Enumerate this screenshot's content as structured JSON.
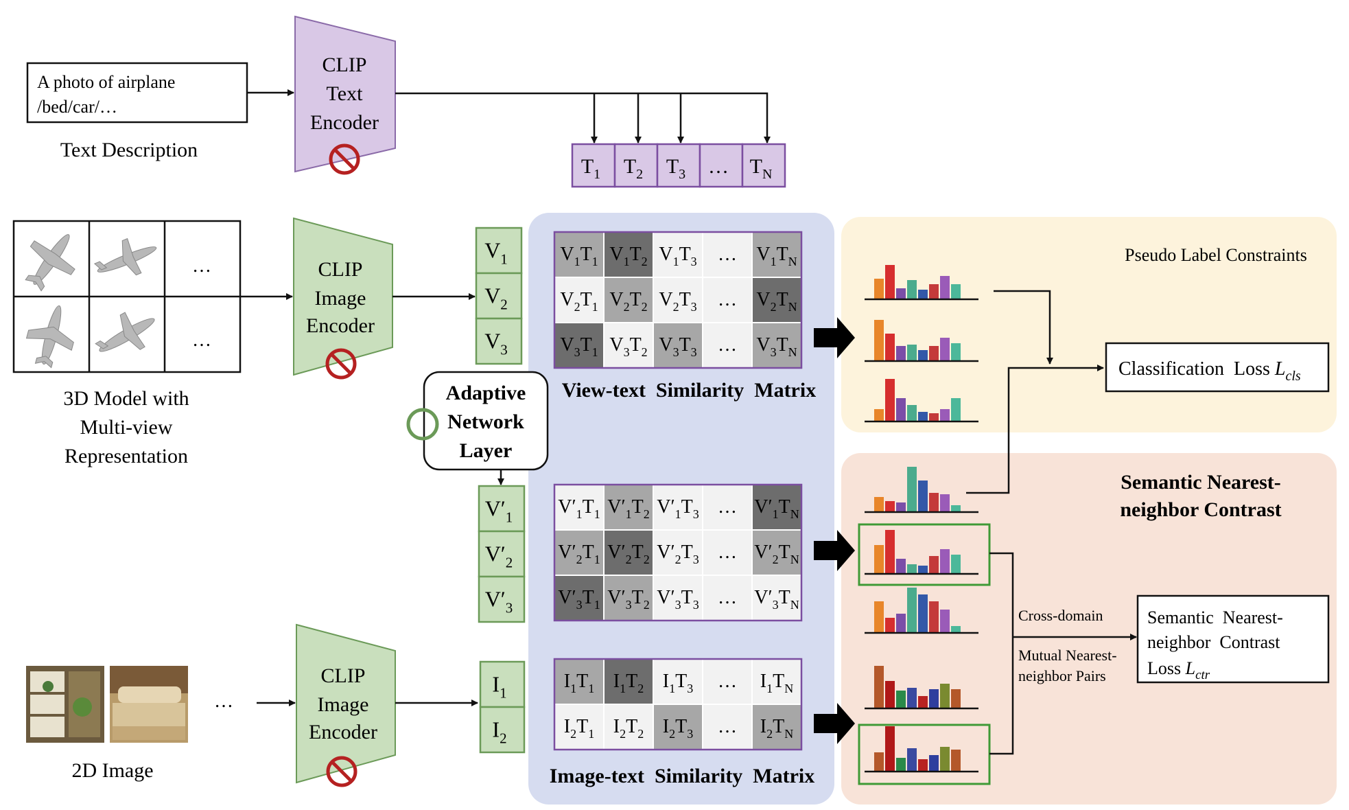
{
  "text_description": {
    "box_line1": "A photo of airplane",
    "box_line2": "/bed/car/…",
    "caption": "Text Description"
  },
  "text_encoder": {
    "line1": "CLIP",
    "line2": "Text",
    "line3": "Encoder"
  },
  "image_encoder_3d": {
    "line1": "CLIP",
    "line2": "Image",
    "line3": "Encoder"
  },
  "image_encoder_2d": {
    "line1": "CLIP",
    "line2": "Image",
    "line3": "Encoder"
  },
  "text_tokens": [
    {
      "base": "T",
      "sub": "1"
    },
    {
      "base": "T",
      "sub": "2"
    },
    {
      "base": "T",
      "sub": "3"
    },
    {
      "base": "…",
      "sub": ""
    },
    {
      "base": "T",
      "sub": "N"
    }
  ],
  "multiview": {
    "ellipsis": "…",
    "caption_line1": "3D Model with",
    "caption_line2": "Multi-view",
    "caption_line3": "Representation"
  },
  "image2d": {
    "ellipsis": "…",
    "caption": "2D Image"
  },
  "view_features": [
    {
      "base": "V",
      "sub": "1"
    },
    {
      "base": "V",
      "sub": "2"
    },
    {
      "base": "V",
      "sub": "3"
    }
  ],
  "adapted_view_features": [
    {
      "base": "V′",
      "sub": "1"
    },
    {
      "base": "V′",
      "sub": "2"
    },
    {
      "base": "V′",
      "sub": "3"
    }
  ],
  "image_features": [
    {
      "base": "I",
      "sub": "1"
    },
    {
      "base": "I",
      "sub": "2"
    }
  ],
  "adaptive_layer": {
    "line1": "Adaptive",
    "line2": "Network",
    "line3": "Layer"
  },
  "view_text_matrix": {
    "title": "View-text  Similarity  Matrix",
    "rows": [
      [
        {
          "t": "V",
          "s": "1",
          "t2": "T",
          "s2": "1",
          "shade": "mid"
        },
        {
          "t": "V",
          "s": "1",
          "t2": "T",
          "s2": "2",
          "shade": "dark"
        },
        {
          "t": "V",
          "s": "1",
          "t2": "T",
          "s2": "3",
          "shade": "light"
        },
        {
          "t": "…",
          "s": "",
          "t2": "",
          "s2": "",
          "shade": "light"
        },
        {
          "t": "V",
          "s": "1",
          "t2": "T",
          "s2": "N",
          "shade": "midlight"
        }
      ],
      [
        {
          "t": "V",
          "s": "2",
          "t2": "T",
          "s2": "1",
          "shade": "light"
        },
        {
          "t": "V",
          "s": "2",
          "t2": "T",
          "s2": "2",
          "shade": "midlight"
        },
        {
          "t": "V",
          "s": "2",
          "t2": "T",
          "s2": "3",
          "shade": "light"
        },
        {
          "t": "…",
          "s": "",
          "t2": "",
          "s2": "",
          "shade": "light"
        },
        {
          "t": "V",
          "s": "2",
          "t2": "T",
          "s2": "N",
          "shade": "dark"
        }
      ],
      [
        {
          "t": "V",
          "s": "3",
          "t2": "T",
          "s2": "1",
          "shade": "dark"
        },
        {
          "t": "V",
          "s": "3",
          "t2": "T",
          "s2": "2",
          "shade": "light"
        },
        {
          "t": "V",
          "s": "3",
          "t2": "T",
          "s2": "3",
          "shade": "midlight"
        },
        {
          "t": "…",
          "s": "",
          "t2": "",
          "s2": "",
          "shade": "light"
        },
        {
          "t": "V",
          "s": "3",
          "t2": "T",
          "s2": "N",
          "shade": "midlight"
        }
      ]
    ]
  },
  "adapted_matrix": {
    "rows": [
      [
        {
          "t": "V′",
          "s": "1",
          "t2": "T",
          "s2": "1",
          "shade": "light"
        },
        {
          "t": "V′",
          "s": "1",
          "t2": "T",
          "s2": "2",
          "shade": "midlight"
        },
        {
          "t": "V′",
          "s": "1",
          "t2": "T",
          "s2": "3",
          "shade": "light"
        },
        {
          "t": "…",
          "s": "",
          "t2": "",
          "s2": "",
          "shade": "light"
        },
        {
          "t": "V′",
          "s": "1",
          "t2": "T",
          "s2": "N",
          "shade": "dark"
        }
      ],
      [
        {
          "t": "V′",
          "s": "2",
          "t2": "T",
          "s2": "1",
          "shade": "midlight"
        },
        {
          "t": "V′",
          "s": "2",
          "t2": "T",
          "s2": "2",
          "shade": "dark"
        },
        {
          "t": "V′",
          "s": "2",
          "t2": "T",
          "s2": "3",
          "shade": "light"
        },
        {
          "t": "…",
          "s": "",
          "t2": "",
          "s2": "",
          "shade": "light"
        },
        {
          "t": "V′",
          "s": "2",
          "t2": "T",
          "s2": "N",
          "shade": "midlight"
        }
      ],
      [
        {
          "t": "V′",
          "s": "3",
          "t2": "T",
          "s2": "1",
          "shade": "dark"
        },
        {
          "t": "V′",
          "s": "3",
          "t2": "T",
          "s2": "2",
          "shade": "midlight"
        },
        {
          "t": "V′",
          "s": "3",
          "t2": "T",
          "s2": "3",
          "shade": "light"
        },
        {
          "t": "…",
          "s": "",
          "t2": "",
          "s2": "",
          "shade": "light"
        },
        {
          "t": "V′",
          "s": "3",
          "t2": "T",
          "s2": "N",
          "shade": "light"
        }
      ]
    ]
  },
  "image_text_matrix": {
    "title": "Image-text  Similarity  Matrix",
    "rows": [
      [
        {
          "t": "I",
          "s": "1",
          "t2": "T",
          "s2": "1",
          "shade": "midlight"
        },
        {
          "t": "I",
          "s": "1",
          "t2": "T",
          "s2": "2",
          "shade": "dark"
        },
        {
          "t": "I",
          "s": "1",
          "t2": "T",
          "s2": "3",
          "shade": "light"
        },
        {
          "t": "…",
          "s": "",
          "t2": "",
          "s2": "",
          "shade": "light"
        },
        {
          "t": "I",
          "s": "1",
          "t2": "T",
          "s2": "N",
          "shade": "light"
        }
      ],
      [
        {
          "t": "I",
          "s": "2",
          "t2": "T",
          "s2": "1",
          "shade": "light"
        },
        {
          "t": "I",
          "s": "2",
          "t2": "T",
          "s2": "2",
          "shade": "light"
        },
        {
          "t": "I",
          "s": "2",
          "t2": "T",
          "s2": "3",
          "shade": "midlight"
        },
        {
          "t": "…",
          "s": "",
          "t2": "",
          "s2": "",
          "shade": "light"
        },
        {
          "t": "I",
          "s": "2",
          "t2": "T",
          "s2": "N",
          "shade": "midlight"
        }
      ]
    ]
  },
  "pseudo_label": {
    "title": "Pseudo Label Constraints",
    "loss_text": "Classification  Loss ",
    "loss_symbol": "L",
    "loss_sub": "cls"
  },
  "snc": {
    "title_line1": "Semantic Nearest-",
    "title_line2": "neighbor Contrast",
    "cross_domain": "Cross-domain",
    "pairs_line1": "Mutual Nearest-",
    "pairs_line2": "neighbor Pairs",
    "loss_line1": "Semantic  Nearest-",
    "loss_line2": "neighbor  Contrast",
    "loss_line3": "Loss ",
    "loss_symbol": "L",
    "loss_sub": "ctr"
  },
  "bar_colors": [
    "#e8862a",
    "#d62e2e",
    "#7b4ea8",
    "#4bab8d",
    "#3358a8",
    "#c43a3a",
    "#9a5bb8",
    "#4cb89a"
  ],
  "bar_colors_dark": [
    "#b4582a",
    "#b01818",
    "#2a8a4a",
    "#3a4aa0",
    "#b82222",
    "#2e3e9e",
    "#7a8a30"
  ],
  "colors": {
    "lavender": "#d9c8e6",
    "lavender_stroke": "#8a6aa8",
    "green_fill": "#c9dfbd",
    "green_stroke": "#6b9a58",
    "mid_panel": "#d6dcf0",
    "cream_panel": "#fdf3dc",
    "peach_panel": "#f8e3d8",
    "no_sign": "#b52121",
    "dark_cell": "#6d6d6d",
    "midlight_cell": "#a7a7a7",
    "light_cell": "#f2f2f2",
    "token_stroke": "#7b4ea0"
  }
}
